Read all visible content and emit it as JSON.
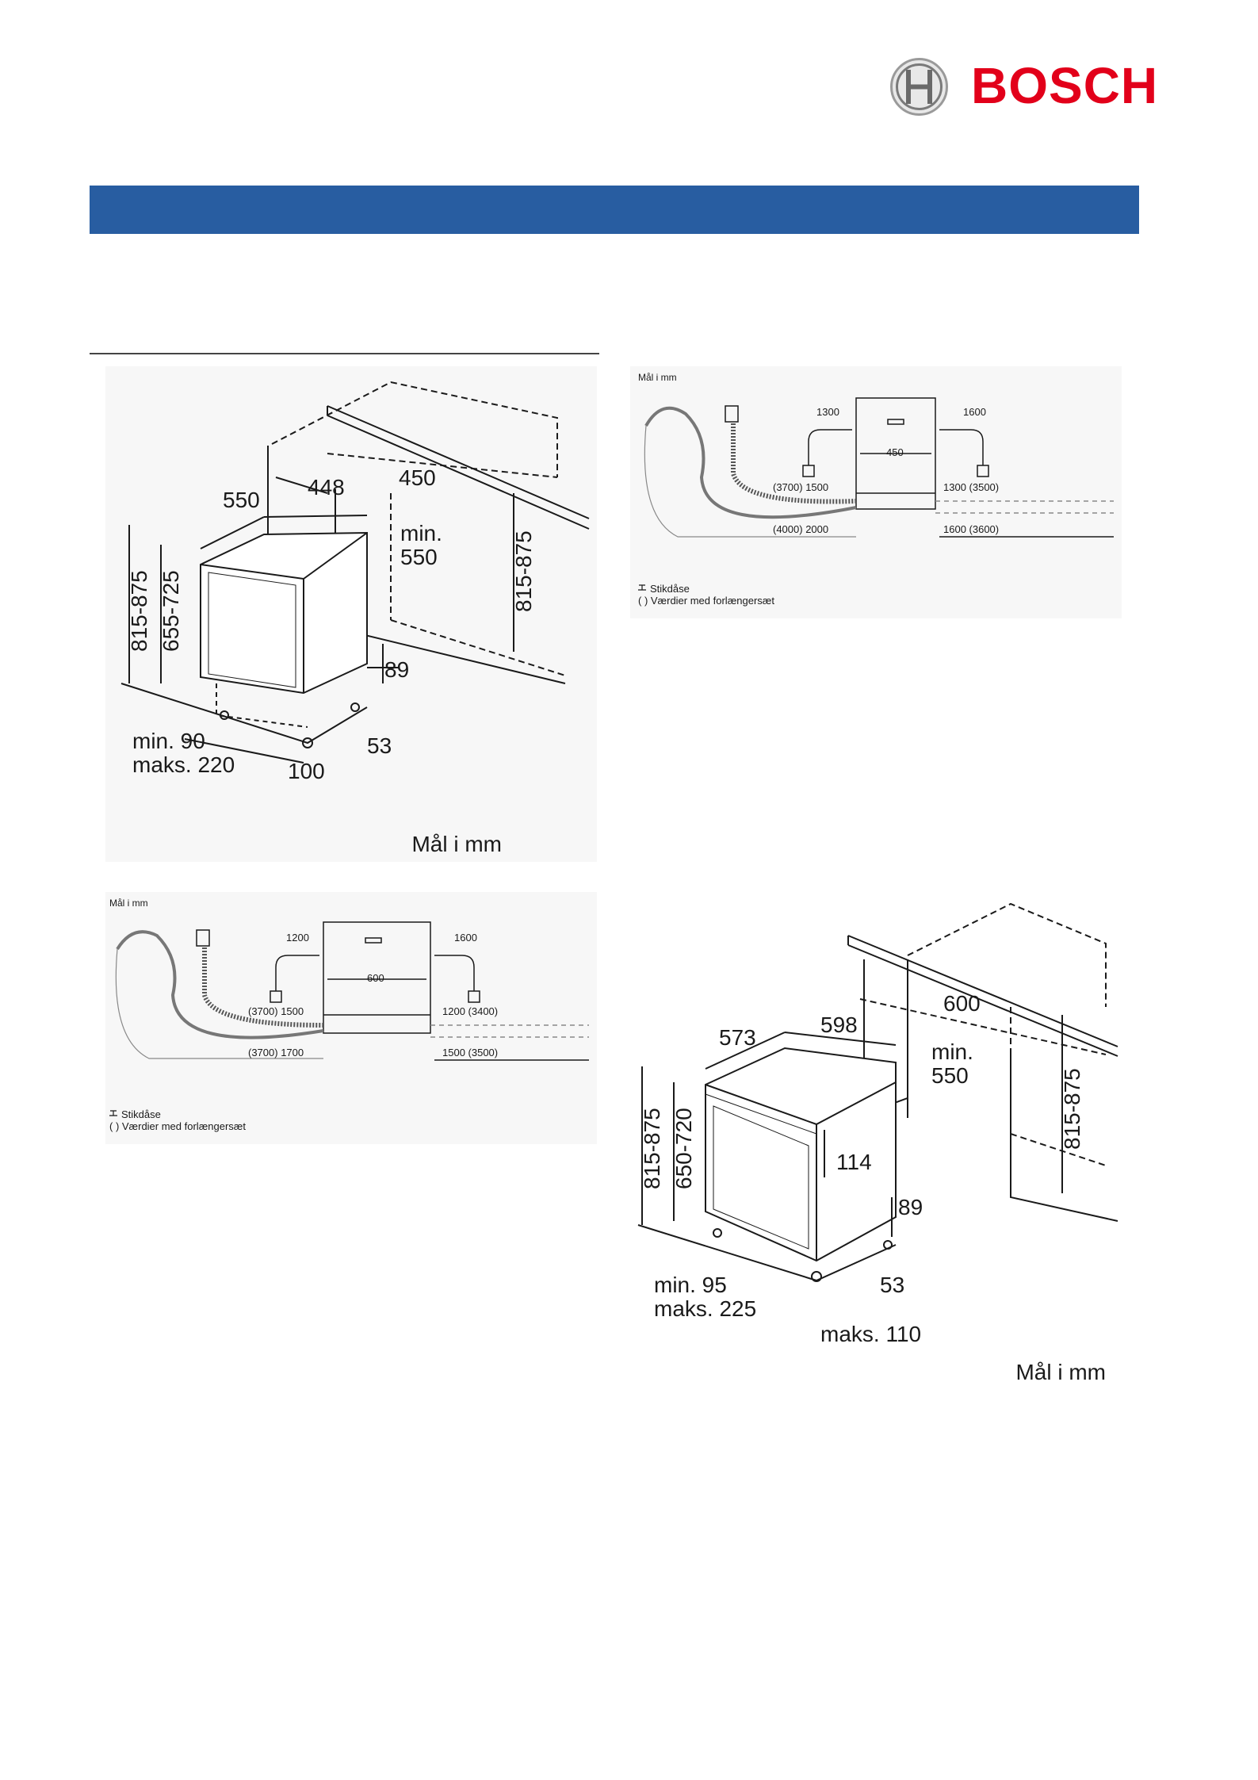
{
  "header": {
    "brand_name": "BOSCH",
    "colors": {
      "brand_red": "#e2001a",
      "band_blue": "#285da1"
    }
  },
  "figure_a": {
    "dims": [
      "550",
      "448",
      "450",
      "min.",
      "550",
      "815-875",
      "655-725",
      "815-875",
      "89",
      "53",
      "min. 90",
      "maks. 220",
      "100"
    ],
    "caption": "Mål i mm"
  },
  "figure_b": {
    "caption": "Mål i mm",
    "labels": [
      "1300",
      "1600",
      "450",
      "(3700) 1500",
      "1300 (3500)",
      "(4000) 2000",
      "1600 (3600)"
    ],
    "legend_socket": "Stikdåse",
    "legend_ext": "( ) Værdier med forlængersæt"
  },
  "figure_c": {
    "caption": "Mål i mm",
    "labels": [
      "1200",
      "1600",
      "600",
      "(3700) 1500",
      "1200 (3400)",
      "(3700) 1700",
      "1500 (3500)"
    ],
    "legend_socket": "Stikdåse",
    "legend_ext": "( ) Værdier med forlængersæt"
  },
  "figure_d": {
    "dims": [
      "573",
      "598",
      "600",
      "min.",
      "550",
      "815-875",
      "650-720",
      "815-875",
      "114",
      "89",
      "53",
      "min. 95",
      "maks. 225",
      "maks. 110"
    ],
    "caption": "Mål i mm"
  }
}
